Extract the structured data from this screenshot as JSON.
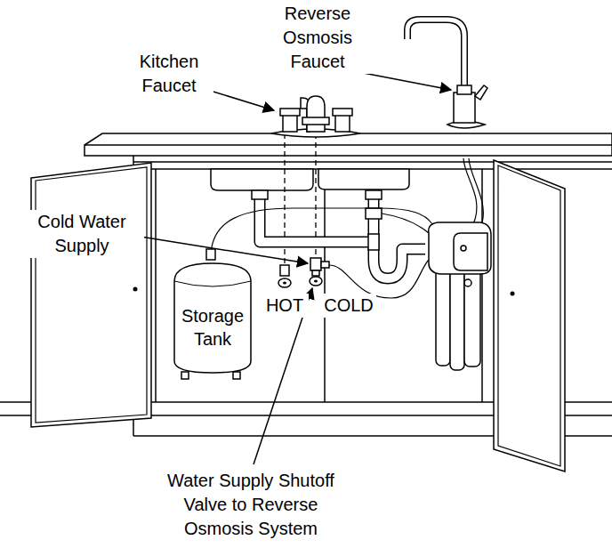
{
  "diagram": {
    "nodes": [
      {
        "text": [
          "Storage Tank"
        ]
      }
    ],
    "labels": [
      "Reverse Osmosis Faucet",
      "Kitchen Faucet",
      "Cold Water Supply",
      "HOT",
      "COLD",
      "Water Supply Shutoff Valve to Reverse Osmosis System"
    ]
  }
}
